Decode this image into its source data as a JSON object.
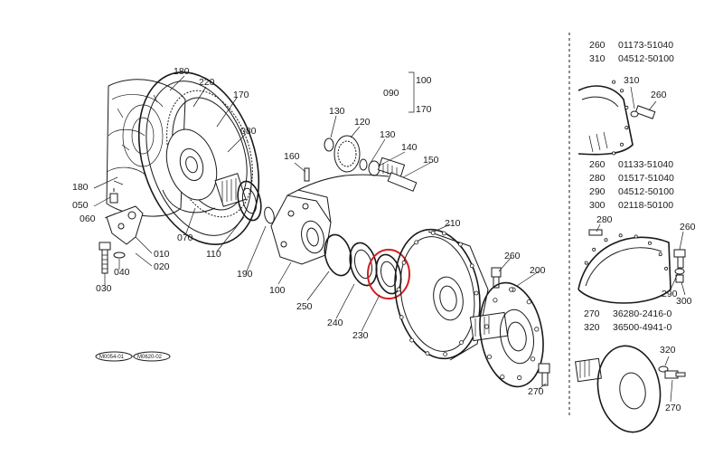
{
  "callouts": {
    "c180a": "180",
    "c220": "220",
    "c170a": "170",
    "c080": "080",
    "c180b": "180",
    "c050": "050",
    "c060": "060",
    "c070": "070",
    "c010": "010",
    "c020": "020",
    "c030": "030",
    "c040": "040",
    "c110": "110",
    "c190": "190",
    "c100": "100",
    "c160": "160",
    "c130a": "130",
    "c120": "120",
    "c130b": "130",
    "c140": "140",
    "c150": "150",
    "c090": "090",
    "c100b": "100",
    "c170b": "170",
    "c250": "250",
    "c240": "240",
    "c230": "230",
    "c210": "210",
    "c260": "260",
    "c200": "200",
    "c270": "270"
  },
  "refs": {
    "ref1": "M0054-01",
    "ref2": "M0620-02"
  },
  "panel": {
    "section1": [
      {
        "num": "260",
        "code": "01173-51040"
      },
      {
        "num": "310",
        "code": "04512-50100"
      }
    ],
    "sec1_callouts": {
      "c310": "310",
      "c260": "260"
    },
    "section2": [
      {
        "num": "260",
        "code": "01133-51040"
      },
      {
        "num": "280",
        "code": "01517-51040"
      },
      {
        "num": "290",
        "code": "04512-50100"
      },
      {
        "num": "300",
        "code": "02118-50100"
      }
    ],
    "sec2_callouts": {
      "c280": "280",
      "c260": "260",
      "c290": "290",
      "c300": "300"
    },
    "section3": [
      {
        "num": "270",
        "code": "36280-2416-0"
      },
      {
        "num": "320",
        "code": "36500-4941-0"
      }
    ],
    "sec3_callouts": {
      "c320": "320",
      "c270": "270"
    }
  },
  "colors": {
    "highlight": "#d21e1e",
    "ink": "#1a1a1a"
  }
}
